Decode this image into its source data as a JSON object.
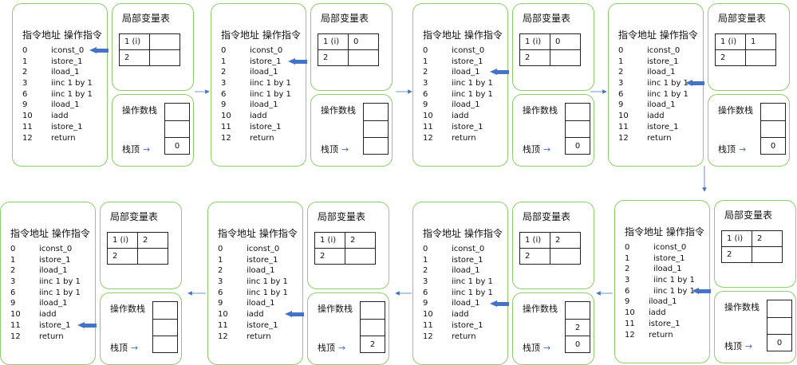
{
  "headers": {
    "instr_header": "指令地址 操作指令",
    "locals_title": "局部变量表",
    "stack_title": "操作数栈",
    "stack_top": "栈顶"
  },
  "arrow_glyph": "→",
  "instructions": [
    {
      "addr": "0",
      "op": "iconst_0"
    },
    {
      "addr": "1",
      "op": "istore_1"
    },
    {
      "addr": "2",
      "op": "iload_1"
    },
    {
      "addr": "3",
      "op": "iinc 1 by 1"
    },
    {
      "addr": "6",
      "op": "iinc 1 by 1"
    },
    {
      "addr": "9",
      "op": "iload_1"
    },
    {
      "addr": "10",
      "op": "iadd"
    },
    {
      "addr": "11",
      "op": "istore_1"
    },
    {
      "addr": "12",
      "op": "return"
    }
  ],
  "steps": [
    {
      "current": 0,
      "locals": [
        [
          "1 (i)",
          ""
        ],
        [
          "2",
          ""
        ]
      ],
      "stack": [
        "",
        "",
        "0"
      ]
    },
    {
      "current": 1,
      "locals": [
        [
          "1 (i)",
          "0"
        ],
        [
          "2",
          ""
        ]
      ],
      "stack": [
        "",
        "",
        ""
      ]
    },
    {
      "current": 2,
      "locals": [
        [
          "1 (i)",
          "0"
        ],
        [
          "2",
          ""
        ]
      ],
      "stack": [
        "",
        "",
        "0"
      ]
    },
    {
      "current": 3,
      "locals": [
        [
          "1 (i)",
          "1"
        ],
        [
          "2",
          ""
        ]
      ],
      "stack": [
        "",
        "",
        "0"
      ]
    },
    {
      "current": 4,
      "locals": [
        [
          "1 (i)",
          "2"
        ],
        [
          "2",
          ""
        ]
      ],
      "stack": [
        "",
        "",
        "0"
      ]
    },
    {
      "current": 5,
      "locals": [
        [
          "1 (i)",
          "2"
        ],
        [
          "2",
          ""
        ]
      ],
      "stack": [
        "",
        "2",
        "0"
      ]
    },
    {
      "current": 6,
      "locals": [
        [
          "1 (i)",
          "2"
        ],
        [
          "2",
          ""
        ]
      ],
      "stack": [
        "",
        "",
        "2"
      ]
    },
    {
      "current": 7,
      "locals": [
        [
          "1 (i)",
          "2"
        ],
        [
          "2",
          ""
        ]
      ],
      "stack": [
        "",
        "",
        ""
      ]
    }
  ],
  "colors": {
    "box_border": "#8ccf6a",
    "pointer": "#4472c4",
    "flow_arrow": "#4472c4"
  }
}
